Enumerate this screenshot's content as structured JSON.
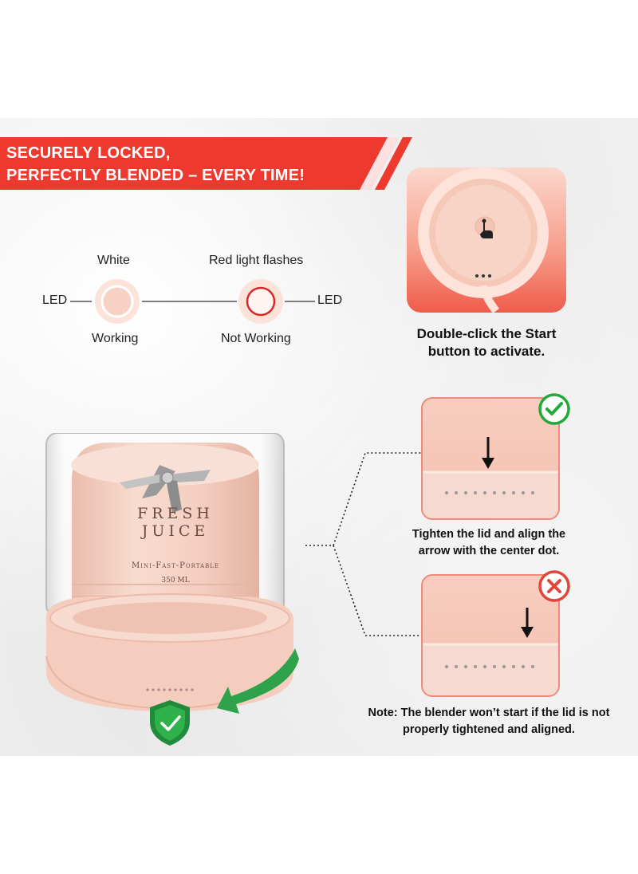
{
  "banner": {
    "line1": "SECURELY LOCKED,",
    "line2": "PERFECTLY BLENDED – EVERY TIME!"
  },
  "led": {
    "left_side_label": "LED",
    "right_side_label": "LED",
    "white_title": "White",
    "white_status": "Working",
    "red_title": "Red light flashes",
    "red_status": "Not Working"
  },
  "start_button": {
    "caption_line1": "Double-click the Start",
    "caption_line2": "button to activate."
  },
  "correct_alignment": {
    "caption_line1": "Tighten the lid and align the",
    "caption_line2": "arrow with the center dot."
  },
  "incorrect_alignment": {
    "caption_line1": "Note: The blender won’t start if the lid is not",
    "caption_line2": "properly tightened and aligned."
  },
  "product": {
    "brand_line1": "FRESH",
    "brand_line2": "JUICE",
    "tagline": "Mini-Fast-Portable",
    "capacity": "350 ML"
  },
  "colors": {
    "banner_red": "#ee3a2e",
    "peach": "#f3cdbf",
    "success_green": "#23a83c",
    "error_red": "#e0463a"
  }
}
